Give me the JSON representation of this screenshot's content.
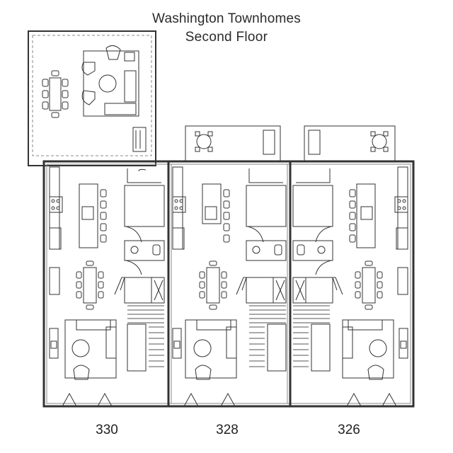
{
  "title": {
    "line1": "Washington Townhomes",
    "line2": "Second Floor"
  },
  "units": [
    {
      "label": "330"
    },
    {
      "label": "328"
    },
    {
      "label": "326"
    }
  ],
  "colors": {
    "line": "#333333",
    "light_line": "#888888",
    "background": "#ffffff"
  }
}
